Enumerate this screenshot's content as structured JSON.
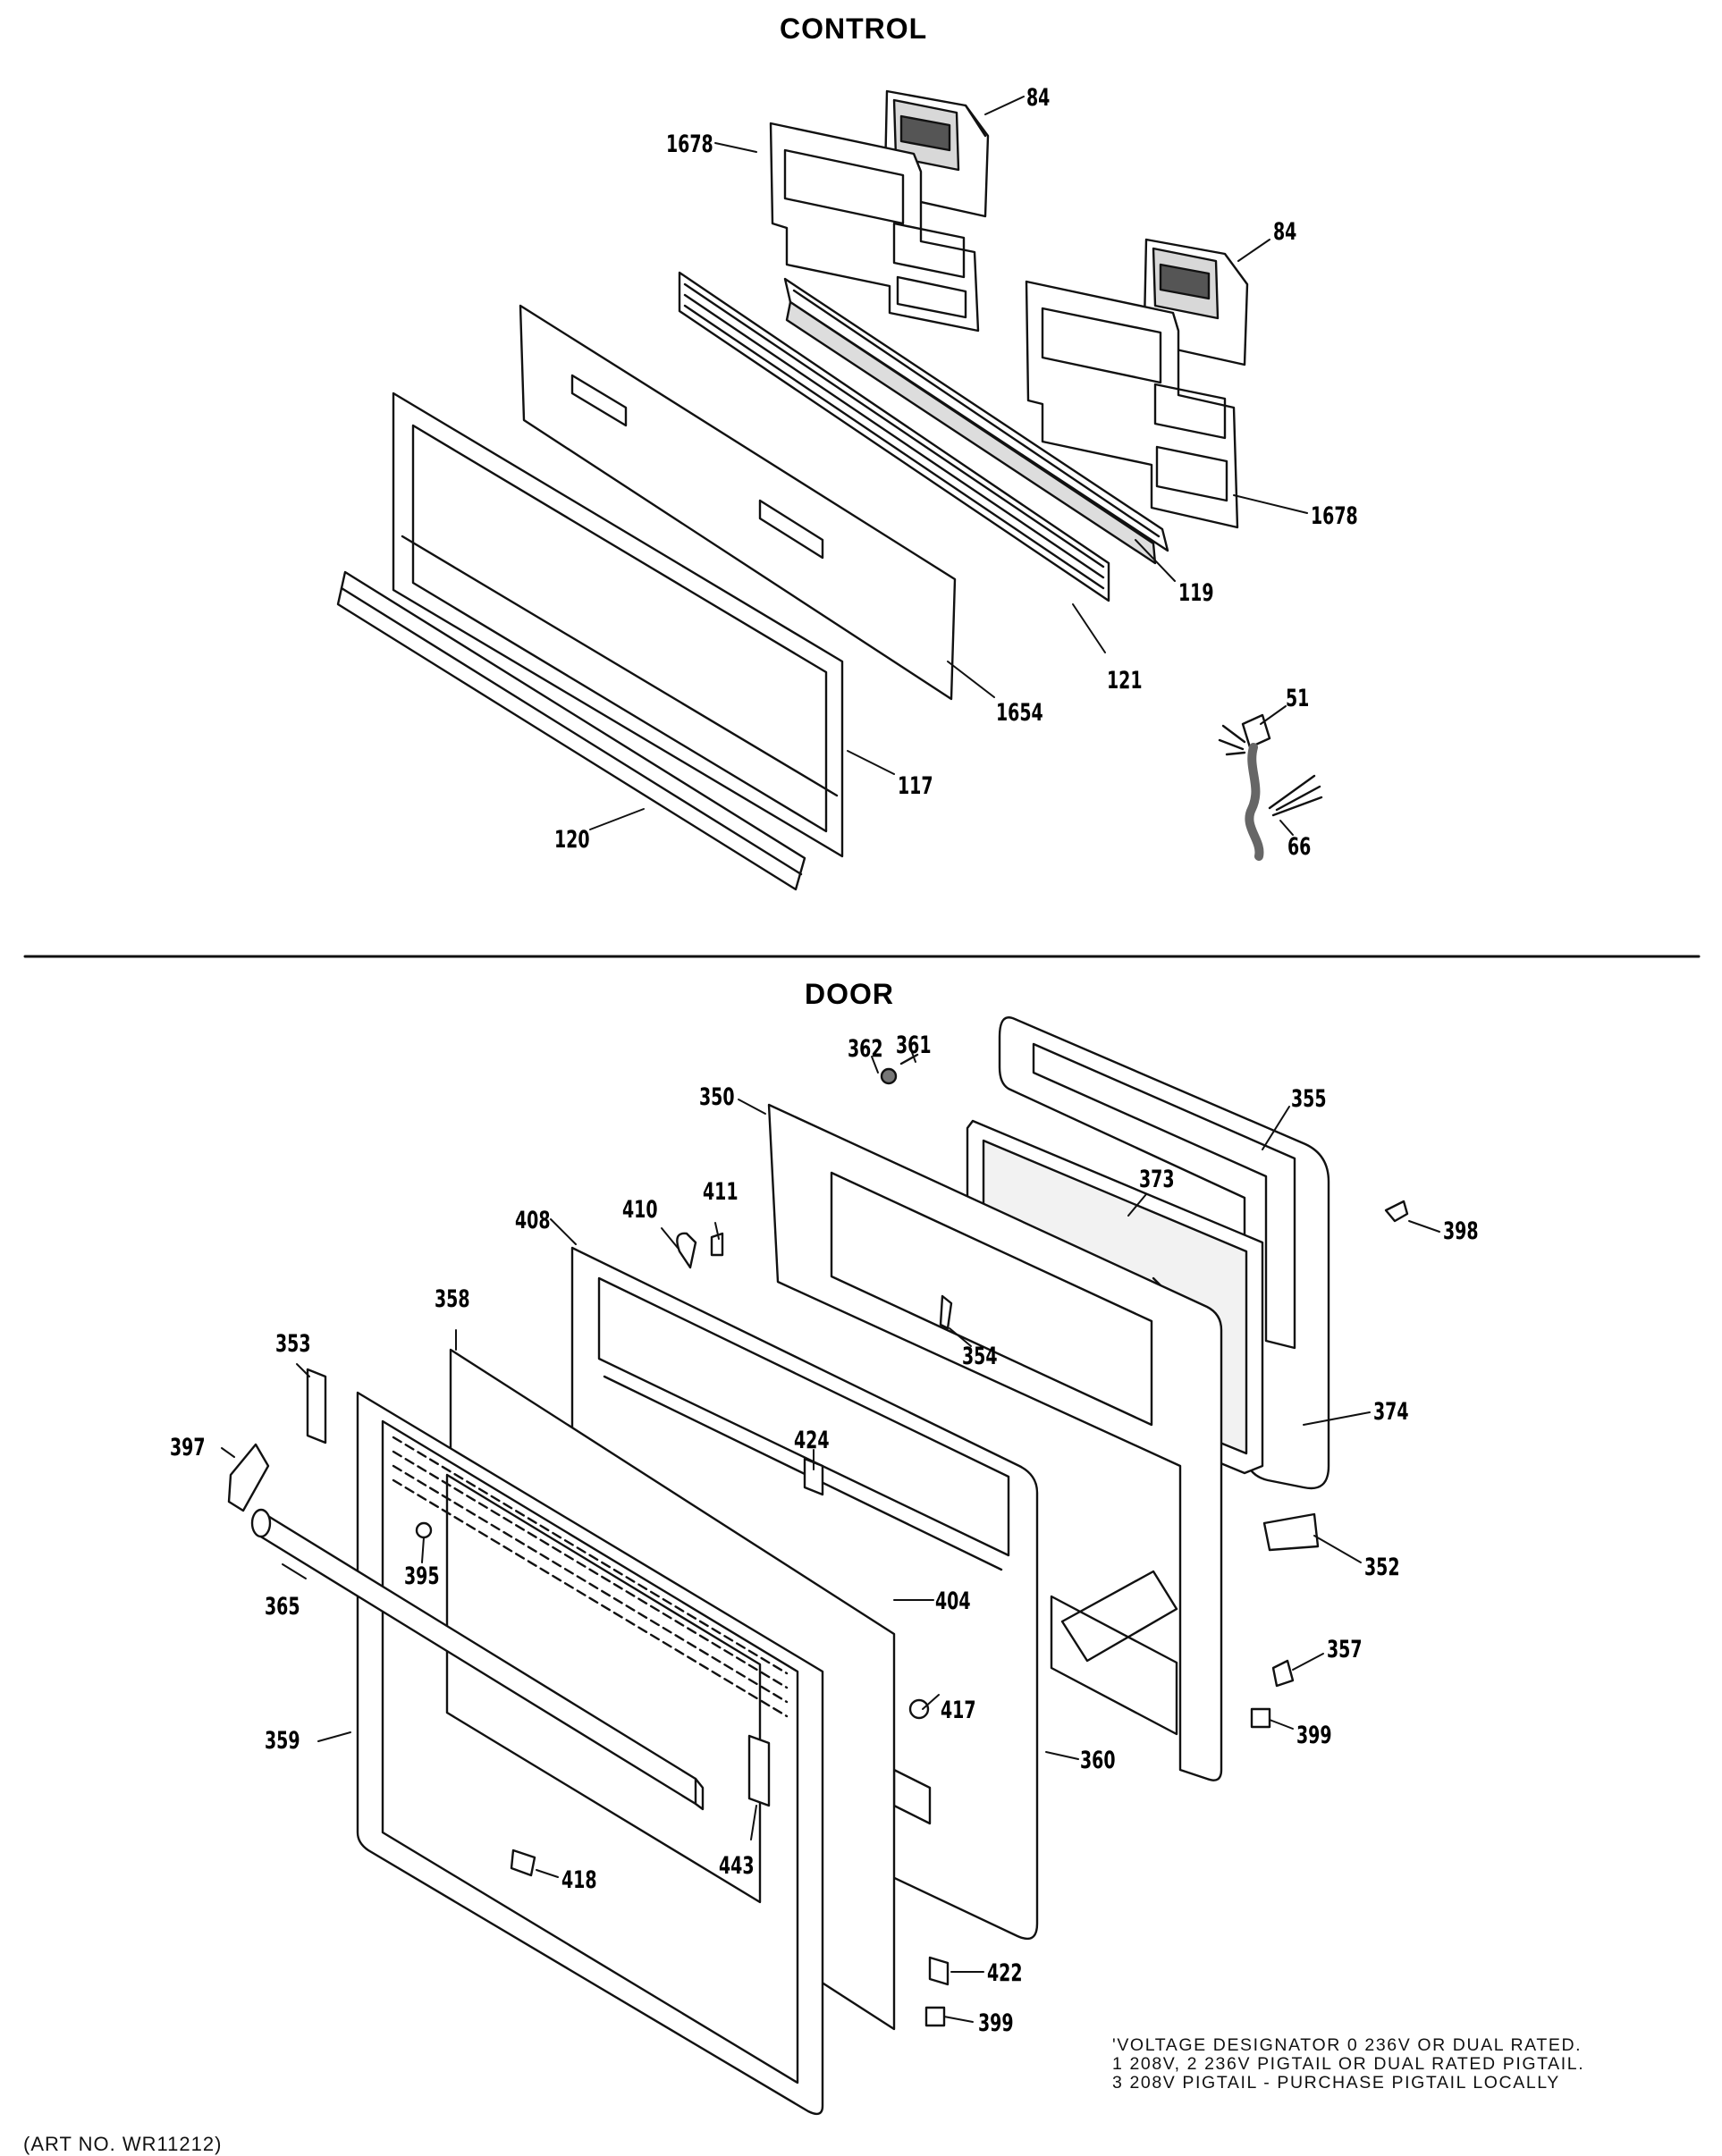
{
  "sections": {
    "control_title": "CONTROL",
    "door_title": "DOOR"
  },
  "callouts": {
    "c84a": "84",
    "c1678a": "1678",
    "c84b": "84",
    "c1678b": "1678",
    "c119": "119",
    "c121": "121",
    "c1654": "1654",
    "c117": "117",
    "c120": "120",
    "c51": "51",
    "c66": "66",
    "c361": "361",
    "c362": "362",
    "c350": "350",
    "c355": "355",
    "c373": "373",
    "c398": "398",
    "c411": "411",
    "c410": "410",
    "c408": "408",
    "c354": "354",
    "c358": "358",
    "c353": "353",
    "c374": "374",
    "c397": "397",
    "c424": "424",
    "c352": "352",
    "c395": "395",
    "c365": "365",
    "c404": "404",
    "c357": "357",
    "c417": "417",
    "c399a": "399",
    "c359": "359",
    "c360": "360",
    "c443": "443",
    "c418": "418",
    "c422": "422",
    "c399b": "399"
  },
  "notes": [
    "'VOLTAGE DESIGNATOR 0 236V OR DUAL RATED.",
    "1 208V, 2 236V PIGTAIL OR DUAL RATED PIGTAIL.",
    "3 208V PIGTAIL - PURCHASE PIGTAIL LOCALLY"
  ],
  "footer": "(ART NO. WR11212)"
}
